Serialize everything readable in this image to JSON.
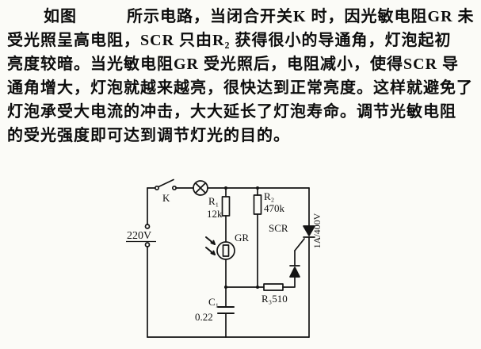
{
  "page": {
    "background": "#fbfbf7",
    "ink_color": "#141414"
  },
  "paragraph": {
    "lines": [
      "如图　　　所示电路，当闭合开关K 时，因光敏电阻GR 未",
      "受光照呈高电阻，SCR 只由R₂ 获得很小的导通角，灯泡起初",
      "亮度较暗。当光敏电阻GR 受光照后，电阻减小，使得SCR 导",
      "通角增大，灯泡就越来越亮，很快达到正常亮度。这样就避免了",
      "灯泡承受大电流的冲击，大大延长了灯泡寿命。调节光敏电阻",
      "的受光强度即可达到调节灯光的目的。"
    ]
  },
  "circuit": {
    "labels": {
      "switch": "K",
      "voltage": "220V",
      "r1_name": "R₁",
      "r1_value": "12k",
      "r2_name": "R₂",
      "r2_value": "470k",
      "scr": "SCR",
      "scr_rating": "1A/400V",
      "gr": "GR",
      "r3": "R₃510",
      "c1_name": "C₁",
      "c1_value": "0.22"
    }
  }
}
